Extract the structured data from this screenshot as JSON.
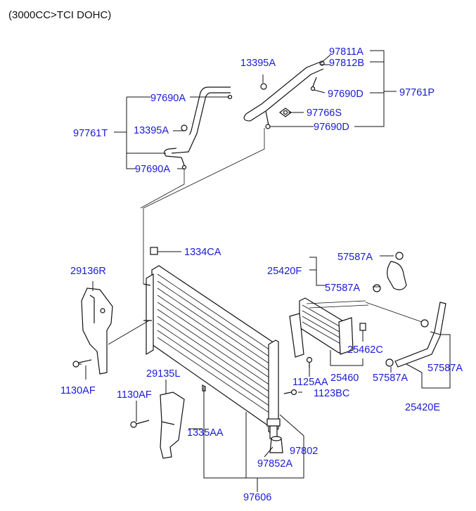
{
  "header": "(3000CC>TCI DOHC)",
  "parts": {
    "p97811A": "97811A",
    "p97812B": "97812B",
    "p13395A_top": "13395A",
    "p97690A_top": "97690A",
    "p97690D_top": "97690D",
    "p97761P": "97761P",
    "p97766S": "97766S",
    "p97761T": "97761T",
    "p13395A_left": "13395A",
    "p97690D_bot": "97690D",
    "p97690A_bot": "97690A",
    "p1334CA": "1334CA",
    "p57587A_1": "57587A",
    "p25420F": "25420F",
    "p29136R": "29136R",
    "p57587A_2": "57587A",
    "p25462C": "25462C",
    "p1130AF_1": "1130AF",
    "p29135L": "29135L",
    "p1125AA": "1125AA",
    "p25460": "25460",
    "p57587A_3": "57587A",
    "p57587A_4": "57587A",
    "p1130AF_2": "1130AF",
    "p1123BC": "1123BC",
    "p25420E": "25420E",
    "p1335AA": "1335AA",
    "p97802": "97802",
    "p97852A": "97852A",
    "p97606": "97606"
  }
}
